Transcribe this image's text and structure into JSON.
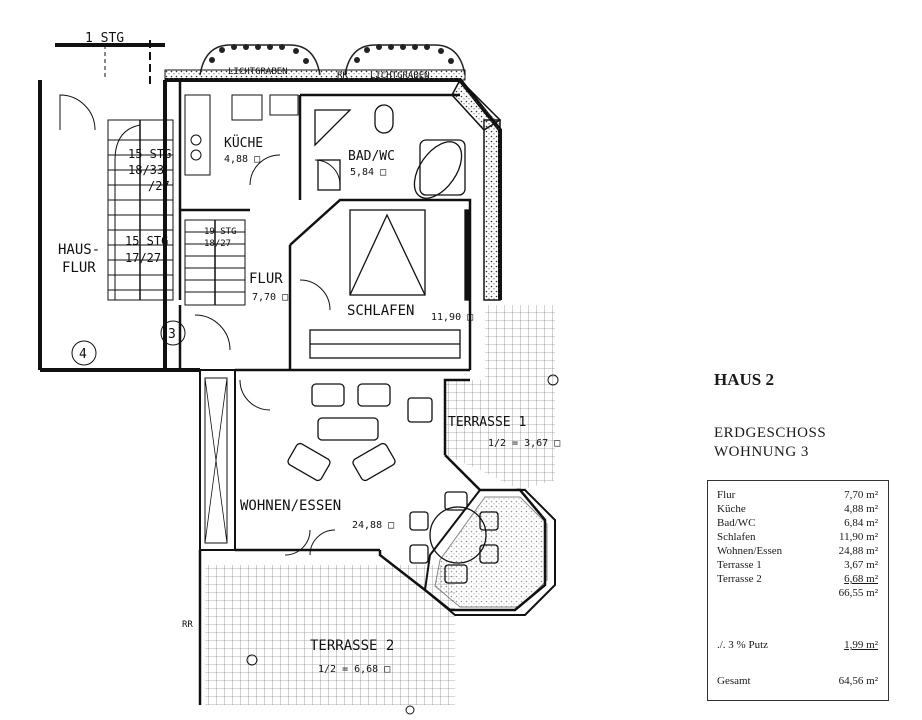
{
  "plan_labels": {
    "stg_top": "1 STG",
    "lichtgraben_1": "LICHTGRABEN",
    "lichtgraben_2": "LICHTGRABEN",
    "kueche": "KÜCHE",
    "kueche_area": "4,88 □",
    "bad": "BAD/WC",
    "bad_area": "5,84 □",
    "stair1_a": "15 STG",
    "stair1_b": "18/33",
    "stair1_c": "/27",
    "stair2_a": "15 STG",
    "stair2_b": "17/27",
    "stair3_a": "19 STG",
    "stair3_b": "18/27",
    "hausflur_1": "HAUS-",
    "hausflur_2": "FLUR",
    "flur": "FLUR",
    "flur_area": "7,70 □",
    "schlafen": "SCHLAFEN",
    "schlafen_area": "11,90 □",
    "num3": "3",
    "num4": "4",
    "terrasse1": "TERRASSE 1",
    "terrasse1_area": "1/2 = 3,67 □",
    "wohnen": "WOHNEN/ESSEN",
    "wohnen_area": "24,88 □",
    "terrasse2": "TERRASSE 2",
    "terrasse2_area": "1/2 = 6,68 □",
    "rr": "RR",
    "rr2": "RR"
  },
  "title": "HAUS 2",
  "subtitle_1": "ERDGESCHOSS",
  "subtitle_2": "WOHNUNG 3",
  "areas": [
    {
      "name": "Flur",
      "value": "7,70 m²"
    },
    {
      "name": "Küche",
      "value": "4,88 m²"
    },
    {
      "name": "Bad/WC",
      "value": "6,84 m²"
    },
    {
      "name": "Schlafen",
      "value": "11,90 m²"
    },
    {
      "name": "Wohnen/Essen",
      "value": "24,88 m²"
    },
    {
      "name": "Terrasse 1",
      "value": "3,67 m²"
    },
    {
      "name": "Terrasse 2",
      "value": "6,68 m²"
    }
  ],
  "subtotal": "66,55 m²",
  "putz": {
    "name": "./. 3 % Putz",
    "value": "1,99 m²"
  },
  "gesamt": {
    "name": "Gesamt",
    "value": "64,56 m²"
  }
}
